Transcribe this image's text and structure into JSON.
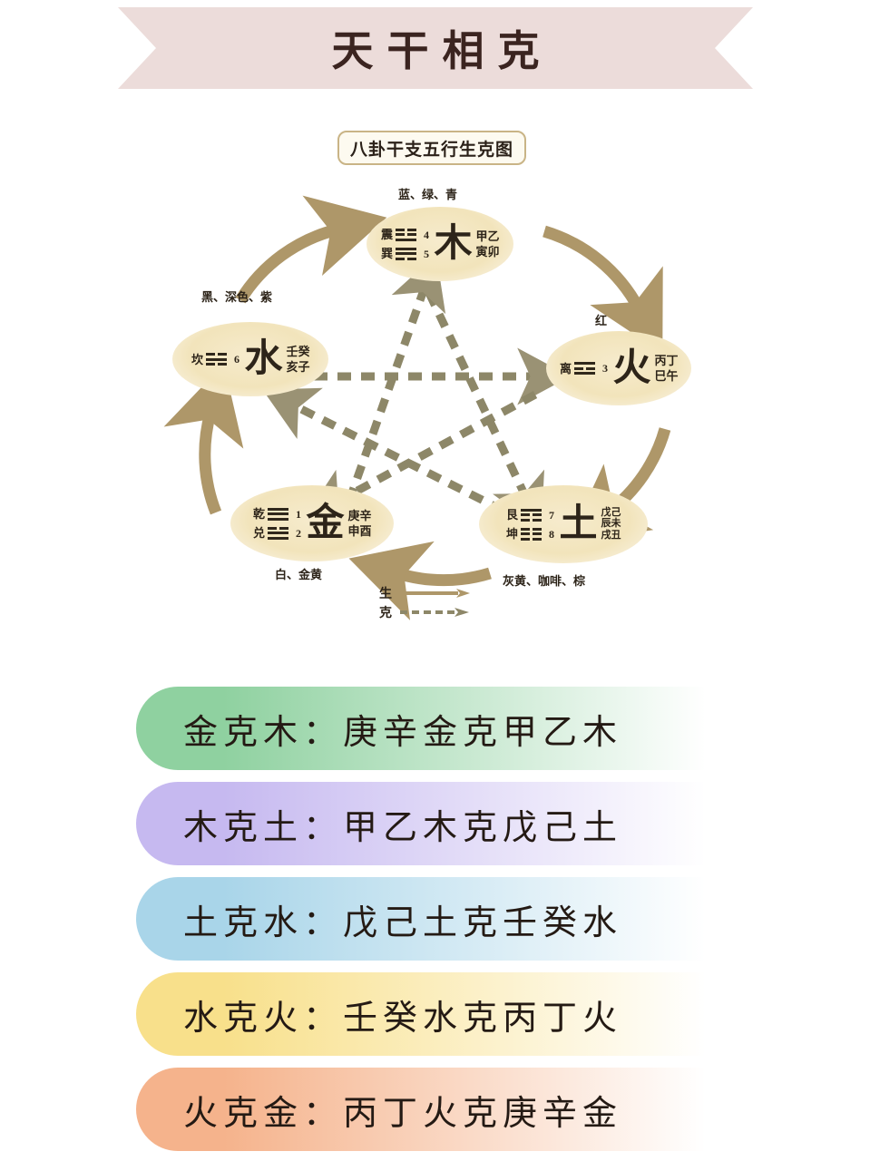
{
  "banner": {
    "title": "天干相克",
    "background_color": "#ecdcda"
  },
  "diagram": {
    "heading": "八卦干支五行生克图",
    "arrow_color": "#b09a6d",
    "node_color": "#f2e4bb",
    "nodes": [
      {
        "id": "wood",
        "element": "木",
        "caption": "蓝、绿、青",
        "gua": [
          {
            "name": "震",
            "num": "4",
            "lines": [
              "broken",
              "broken",
              "solid"
            ]
          },
          {
            "name": "巽",
            "num": "5",
            "lines": [
              "solid",
              "solid",
              "broken"
            ]
          }
        ],
        "stems": [
          "甲乙",
          "寅卯"
        ]
      },
      {
        "id": "water",
        "element": "水",
        "caption": "黑、深色、紫",
        "gua": [
          {
            "name": "坎",
            "num": "6",
            "lines": [
              "broken",
              "solid",
              "broken"
            ]
          }
        ],
        "stems": [
          "壬癸",
          "亥子"
        ]
      },
      {
        "id": "fire",
        "element": "火",
        "caption": "红",
        "gua": [
          {
            "name": "离",
            "num": "3",
            "lines": [
              "solid",
              "broken",
              "solid"
            ]
          }
        ],
        "stems": [
          "丙丁",
          "巳午"
        ]
      },
      {
        "id": "metal",
        "element": "金",
        "caption": "白、金黄",
        "gua": [
          {
            "name": "乾",
            "num": "1",
            "lines": [
              "solid",
              "solid",
              "solid"
            ]
          },
          {
            "name": "兑",
            "num": "2",
            "lines": [
              "broken",
              "solid",
              "solid"
            ]
          }
        ],
        "stems": [
          "庚辛",
          "申酉"
        ]
      },
      {
        "id": "earth",
        "element": "土",
        "caption": "灰黄、咖啡、棕",
        "gua": [
          {
            "name": "艮",
            "num": "7",
            "lines": [
              "solid",
              "broken",
              "broken"
            ]
          },
          {
            "name": "坤",
            "num": "8",
            "lines": [
              "broken",
              "broken",
              "broken"
            ]
          }
        ],
        "stems": [
          "戊己",
          "辰未",
          "戌丑"
        ]
      }
    ],
    "legend": [
      {
        "label": "生",
        "style": "solid"
      },
      {
        "label": "克",
        "style": "dashed"
      }
    ]
  },
  "pills": [
    {
      "text": "金克木：庚辛金克甲乙木",
      "color": "#8fd1a0",
      "name": "metal-conquers-wood"
    },
    {
      "text": "木克土：甲乙木克戊己土",
      "color": "#c6b9f0",
      "name": "wood-conquers-earth"
    },
    {
      "text": "土克水：戊己土克壬癸水",
      "color": "#a9d5e9",
      "name": "earth-conquers-water"
    },
    {
      "text": "水克火：壬癸水克丙丁火",
      "color": "#f8e08b",
      "name": "water-conquers-fire"
    },
    {
      "text": "火克金：丙丁火克庚辛金",
      "color": "#f5b38c",
      "name": "fire-conquers-metal"
    }
  ]
}
